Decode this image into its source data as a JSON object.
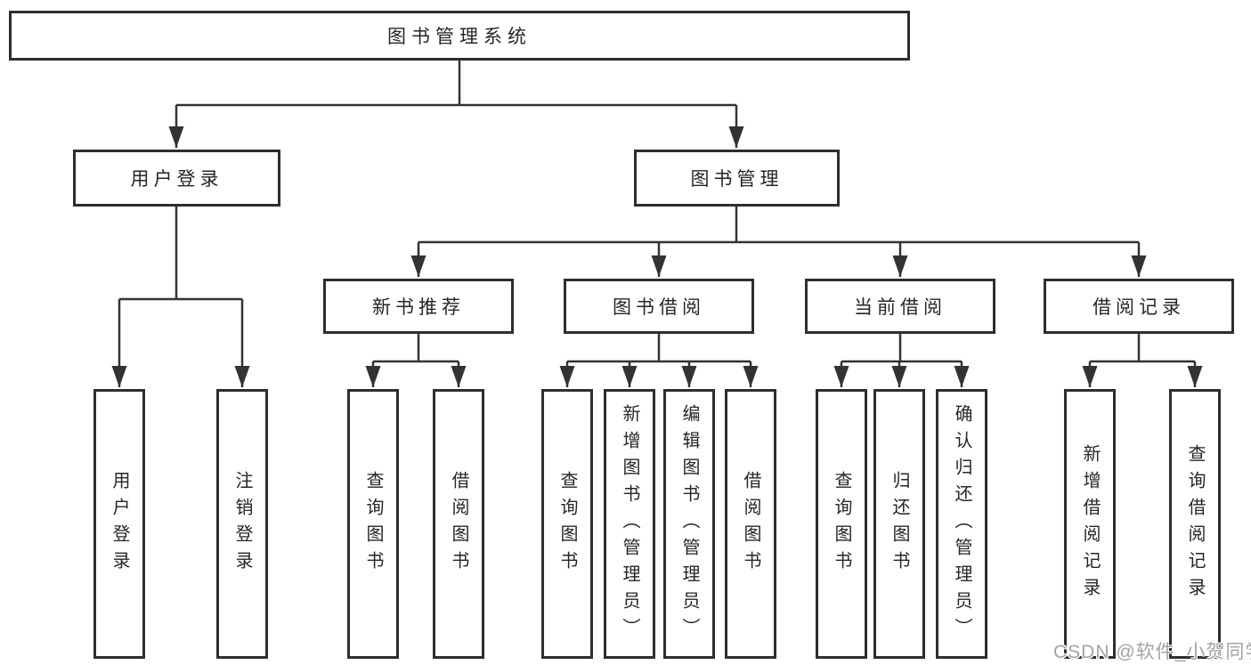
{
  "colors": {
    "line": "#333333",
    "box_border": "#2e2e2e",
    "text": "#262626",
    "background": "#ffffff",
    "watermark": "#a3a3a3"
  },
  "watermark": {
    "text": "CSDN @软件_小贺同学"
  },
  "tree": {
    "label": "图书管理系统",
    "children": [
      {
        "label": "用户登录",
        "children": [
          {
            "label": "用户登录"
          },
          {
            "label": "注销登录"
          }
        ]
      },
      {
        "label": "图书管理",
        "children": [
          {
            "label": "新书推荐",
            "children": [
              {
                "label": "查询图书"
              },
              {
                "label": "借阅图书"
              }
            ]
          },
          {
            "label": "图书借阅",
            "children": [
              {
                "label": "查询图书"
              },
              {
                "label": "新增图书（管理员）"
              },
              {
                "label": "编辑图书（管理员）"
              },
              {
                "label": "借阅图书"
              }
            ]
          },
          {
            "label": "当前借阅",
            "children": [
              {
                "label": "查询图书"
              },
              {
                "label": "归还图书"
              },
              {
                "label": "确认归还（管理员）"
              }
            ]
          },
          {
            "label": "借阅记录",
            "children": [
              {
                "label": "新增借阅记录"
              },
              {
                "label": "查询借阅记录"
              }
            ]
          }
        ]
      }
    ]
  }
}
